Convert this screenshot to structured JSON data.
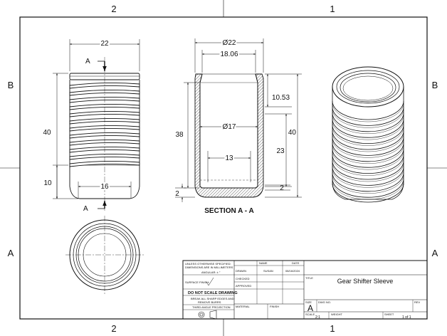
{
  "zones": {
    "top_left": "2",
    "top_right": "1",
    "bottom_left": "2",
    "bottom_right": "1",
    "left_top": "B",
    "left_bottom": "A",
    "right_top": "B",
    "right_bottom": "A"
  },
  "front_view": {
    "width_dim": "22",
    "height_dim": "40",
    "base_height_dim": "10",
    "bottom_width_dim": "16",
    "section_marker": "A"
  },
  "section_view": {
    "outer_dia": "Ø22",
    "inner_top_dia": "18.06",
    "inner_dia": "Ø17",
    "bottom_inner_width": "13",
    "height_38": "38",
    "height_40": "40",
    "depth_10_53": "10.53",
    "length_23": "23",
    "floor_2_left": "2",
    "floor_2_right": "2",
    "label": "SECTION A - A"
  },
  "title_block": {
    "spec_note_1": "UNLESS OTHERWISE SPECIFIED:",
    "spec_note_2": "DIMENSIONS ARE IN MILLIMETERS",
    "angular": "ANGULAR: ± °",
    "surface": "SURFACE FINISH:",
    "no_scale": "DO NOT SCALE DRAWING",
    "break_edges_1": "BREAK ALL SHARP EDGES AND",
    "break_edges_2": "REMOVE BURRS",
    "projection": "THIRD ANGLE PROJECTION",
    "col_name": "NAME",
    "col_date": "DATE",
    "row_drawn": "DRAWN",
    "drawn_name": "SUSAN",
    "drawn_date": "08/16/2024",
    "row_checked": "CHECKED",
    "row_approved": "APPROVED",
    "row_material": "MATERIAL",
    "finish": "FINISH",
    "title_label": "TITLE",
    "title": "Gear Shifter Sleeve",
    "size_label": "SIZE",
    "size": "A",
    "dwg_no_label": "DWG NO.",
    "rev_label": "REV",
    "scale_label": "SCALE",
    "scale": "2:1",
    "weight_label": "WEIGHT",
    "sheet_label": "SHEET",
    "sheet": "1 of 1"
  }
}
